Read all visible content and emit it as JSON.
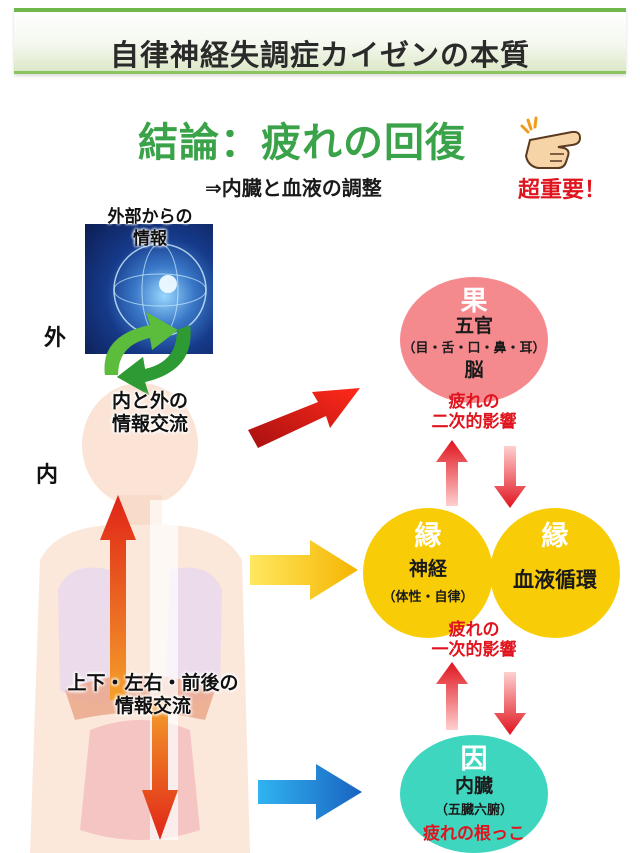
{
  "header": {
    "title": "自律神経失調症カイゼンの本質"
  },
  "conclusion": {
    "title": "結論：疲れの回復",
    "subtitle": "⇒内臓と血液の調整"
  },
  "emphasis": {
    "label": "超重要！",
    "icon": "pointing-hand-icon"
  },
  "outer_info": {
    "label_line1": "外部からの",
    "label_line2": "情報"
  },
  "side": {
    "outside": "外",
    "inside": "内"
  },
  "flows": {
    "inner_outer": {
      "line1": "内と外の",
      "line2": "情報交流"
    },
    "body": {
      "line1": "上下・左右・前後の",
      "line2": "情報交流"
    }
  },
  "nodes": {
    "fruit": {
      "kanji": "果",
      "line1": "五官",
      "line2": "（目・舌・口・鼻・耳）",
      "line3": "脳"
    },
    "nerve": {
      "kanji": "縁",
      "line1": "神経",
      "line2": "（体性・自律）"
    },
    "blood": {
      "kanji": "縁",
      "line1": "血液循環"
    },
    "cause": {
      "kanji": "因",
      "line1": "内臓",
      "line2": "（五臓六腑）"
    }
  },
  "effects": {
    "secondary": {
      "line1": "疲れの",
      "line2": "二次的影響"
    },
    "primary": {
      "line1": "疲れの",
      "line2": "一次的影響"
    },
    "root": {
      "line1": "疲れの根っこ"
    }
  },
  "colors": {
    "green": "#3aa34a",
    "red": "#e0141e",
    "pink": "#f58a8e",
    "yellow": "#f9cc08",
    "teal": "#3fd6bf",
    "blue": "#1e90d8"
  }
}
